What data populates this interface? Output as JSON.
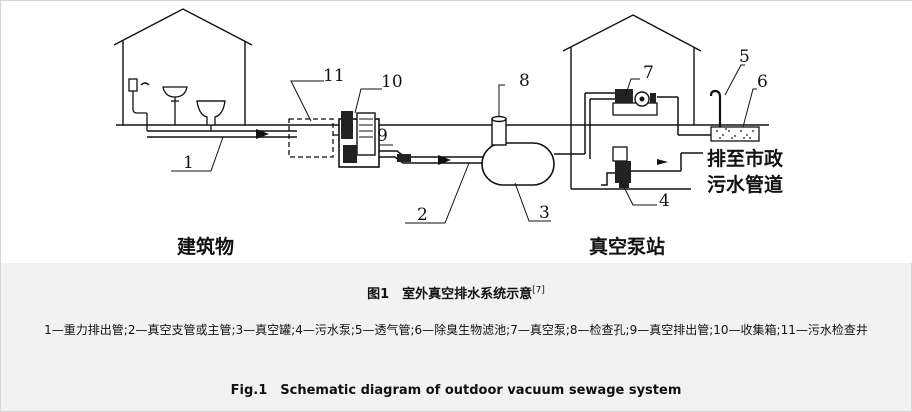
{
  "labels": {
    "building": "建筑物",
    "pump_station": "真空泵站",
    "discharge_line1": "排至市政",
    "discharge_line2": "污水管道"
  },
  "callouts": [
    "1",
    "2",
    "3",
    "4",
    "5",
    "6",
    "7",
    "8",
    "9",
    "10",
    "11"
  ],
  "caption": {
    "title_cn": "图1　室外真空排水系统示意",
    "ref": "[7]",
    "legend": "1—重力排出管;2—真空支管或主管;3—真空罐;4—污水泵;5—透气管;6—除臭生物滤池;7—真空泵;8—检查孔;9—真空排出管;10—收集箱;11—污水检查井",
    "title_en": "Fig.1　Schematic diagram of outdoor vacuum sewage system"
  }
}
